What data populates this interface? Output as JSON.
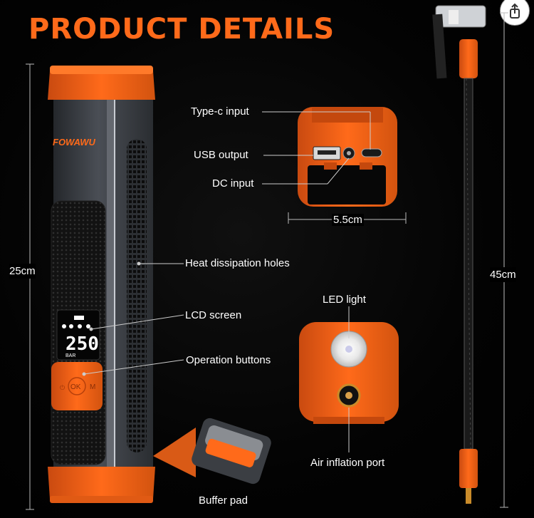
{
  "title": "PRODUCT DETAILS",
  "brand": "FOWAWU",
  "lcd": {
    "value": "250",
    "unit": "BAR"
  },
  "buttons": {
    "ok": "OK",
    "mode": "M"
  },
  "dimensions": {
    "height": "25cm",
    "width": "5.5cm",
    "hose": "45cm"
  },
  "labels": {
    "type_c": "Type-c input",
    "usb": "USB  output",
    "dc": "DC input",
    "heat": "Heat dissipation holes",
    "lcd": "LCD screen",
    "buttons": "Operation buttons",
    "led": "LED light",
    "air": "Air inflation port",
    "buffer": "Buffer pad"
  },
  "colors": {
    "accent": "#ff6a1a",
    "body": "#3a3d42",
    "grip": "#141414"
  },
  "icons": {
    "share": "share-icon"
  }
}
